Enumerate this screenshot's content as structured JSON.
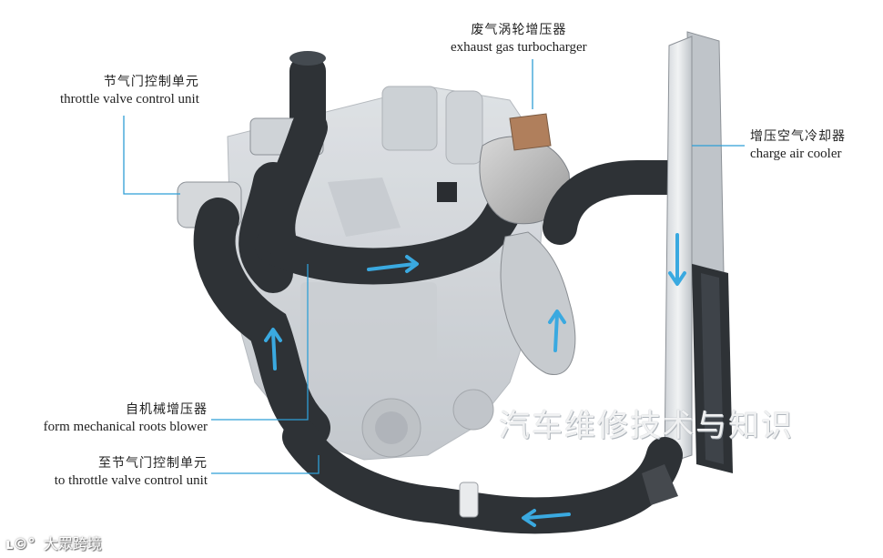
{
  "labels": {
    "throttle": {
      "zh": "节气门控制单元",
      "en": "throttle valve control unit"
    },
    "turbo": {
      "zh": "废气涡轮增压器",
      "en": "exhaust gas turbocharger"
    },
    "cooler": {
      "zh": "增压空气冷却器",
      "en": "charge air cooler"
    },
    "blower": {
      "zh": "自机械增压器",
      "en": "form mechanical roots blower"
    },
    "to_throttle": {
      "zh": "至节气门控制单元",
      "en": "to throttle valve control unit"
    }
  },
  "watermark": "汽车维修技术与知识",
  "logo": {
    "mark": "ʟ©°",
    "text": "大眾跨境"
  },
  "colors": {
    "callout": "#2f9fd6",
    "arrow": "#3aa9e0",
    "hose": "#2e3236",
    "engine": "#c9ced3"
  }
}
